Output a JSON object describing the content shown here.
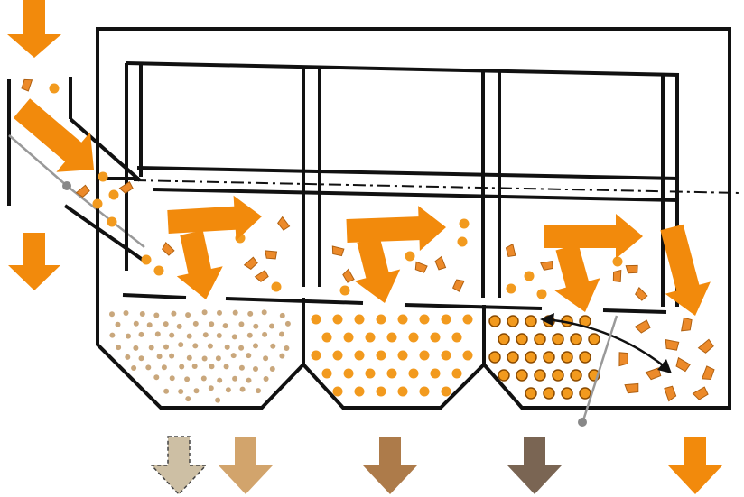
{
  "colors": {
    "outline": "#111111",
    "flow": "#f28a0c",
    "particle_orange": "#f29a1e",
    "particle_fine": "#c9a77c",
    "fragment": "#ec8a2a",
    "pointer_line": "#9a9a9a",
    "outlet_fine_dashed": "#cdbfa4",
    "outlet_fine": "#d2a46c",
    "outlet_medium": "#ad7b4a",
    "outlet_coarse": "#7a6553",
    "outlet_overflow": "#f28a0c"
  },
  "icons": {
    "flow_arrow": "arrow-icon",
    "fragment": "flake-icon",
    "direction": "curved-arrow-icon"
  },
  "compartments": [
    {
      "id": "fine",
      "particle_type": "fine-dots"
    },
    {
      "id": "medium",
      "particle_type": "orange-dots"
    },
    {
      "id": "coarse",
      "particle_type": "mixed-dots"
    }
  ],
  "outlets": [
    {
      "id": "fine-dashed",
      "color_key": "outlet_fine_dashed",
      "dashed": true
    },
    {
      "id": "fine",
      "color_key": "outlet_fine",
      "dashed": false
    },
    {
      "id": "medium",
      "color_key": "outlet_medium",
      "dashed": false
    },
    {
      "id": "coarse",
      "color_key": "outlet_coarse",
      "dashed": false
    },
    {
      "id": "overflow",
      "color_key": "outlet_overflow",
      "dashed": false
    }
  ]
}
